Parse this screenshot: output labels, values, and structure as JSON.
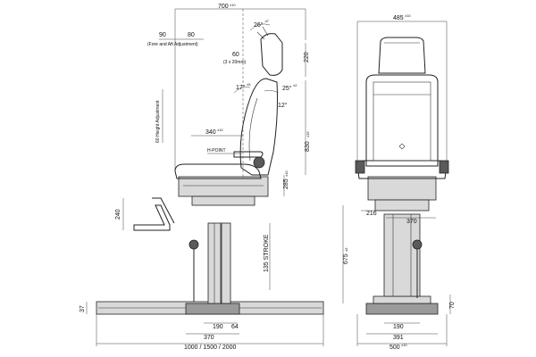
{
  "side_view": {
    "dim_width": "700",
    "dim_width_tol": "±10",
    "dim_angle_back": "26°",
    "dim_angle_back_tol": "-6°",
    "dim_fore_aft_left": "90",
    "dim_fore_aft_right": "80",
    "fore_aft_label": "(Fore and Aft Adjustment)",
    "dim_headrest": "60",
    "headrest_label": "(3 x 20mm)",
    "dim_220": "220",
    "dim_angle_17": "17°",
    "dim_angle_17_tol": "±5",
    "dim_angle_25": "25°",
    "dim_angle_25_tol": "±2",
    "dim_angle_12": "12°",
    "height_adjustment_label": "60 Height Adjustment",
    "dim_340": "340",
    "dim_340_tol": "±10",
    "h_point_label": "H-POINT",
    "dim_830": "830",
    "dim_830_tol": "±15",
    "dim_285": "285",
    "dim_285_tol": "±10",
    "dim_240": "240",
    "stroke_label": "135 STROKE",
    "dim_37": "37",
    "dim_190": "190",
    "dim_64": "64",
    "dim_370": "370",
    "dim_base_lengths": "1000 / 1500 / 2000"
  },
  "front_view": {
    "dim_width": "485",
    "dim_width_tol": "±10",
    "dim_216": "216",
    "dim_370": "370",
    "dim_675": "675",
    "dim_675_tol": "±5",
    "dim_190": "190",
    "dim_70": "70",
    "dim_391": "391",
    "dim_500": "500",
    "dim_500_tol": "±10"
  }
}
